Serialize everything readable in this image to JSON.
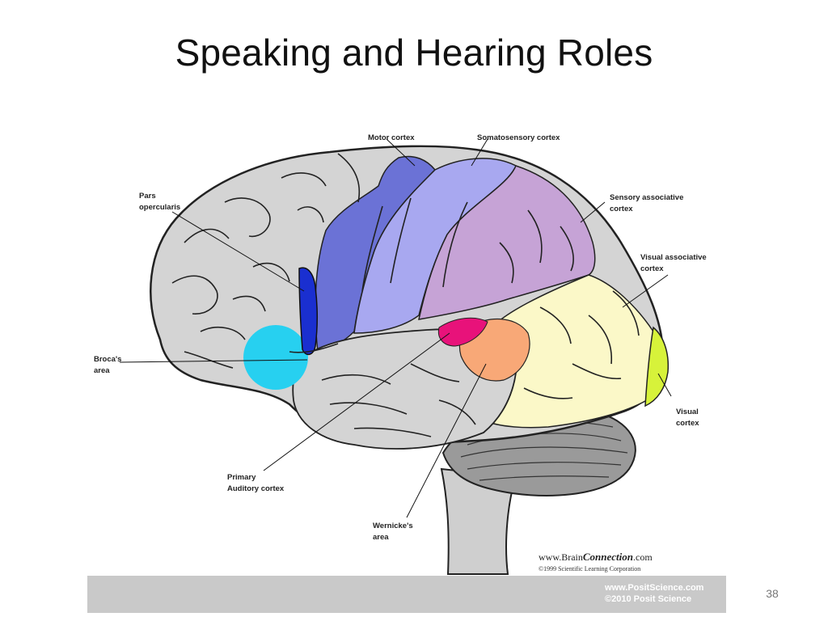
{
  "slide": {
    "title": "Speaking and Hearing Roles",
    "page_number": "38"
  },
  "diagram": {
    "labels": {
      "motor_cortex": "Motor cortex",
      "somatosensory_cortex": "Somatosensory cortex",
      "pars_opercularis_1": "Pars",
      "pars_opercularis_2": "opercularis",
      "sensory_associative_1": "Sensory associative",
      "sensory_associative_2": "cortex",
      "visual_associative_1": "Visual associative",
      "visual_associative_2": "cortex",
      "brocas_area_1": "Broca's",
      "brocas_area_2": "area",
      "visual_cortex_1": "Visual",
      "visual_cortex_2": "cortex",
      "primary_auditory_1": "Primary",
      "primary_auditory_2": "Auditory cortex",
      "wernickes_area_1": "Wernicke's",
      "wernickes_area_2": "area"
    },
    "credit": {
      "site_prefix": "www.Brain",
      "site_brand": "Connection",
      "site_suffix": ".com",
      "copyright": "©1999 Scientific Learning Corporation"
    },
    "footer": {
      "line1": "www.PositScience.com",
      "line2": "©2010 Posit Science"
    },
    "colors": {
      "motor_cortex": "#6b72d6",
      "somatosensory_cortex": "#a8a8f0",
      "sensory_associative": "#c6a3d6",
      "visual_associative": "#fbf8c8",
      "visual_cortex": "#d7f23a",
      "brocas_area": "#27d0f0",
      "pars_opercularis": "#1a2fd0",
      "wernickes_area": "#f8a877",
      "primary_auditory": "#e8127a",
      "brain_gray": "#d4d4d4",
      "cerebellum": "#9a9a9a"
    }
  }
}
